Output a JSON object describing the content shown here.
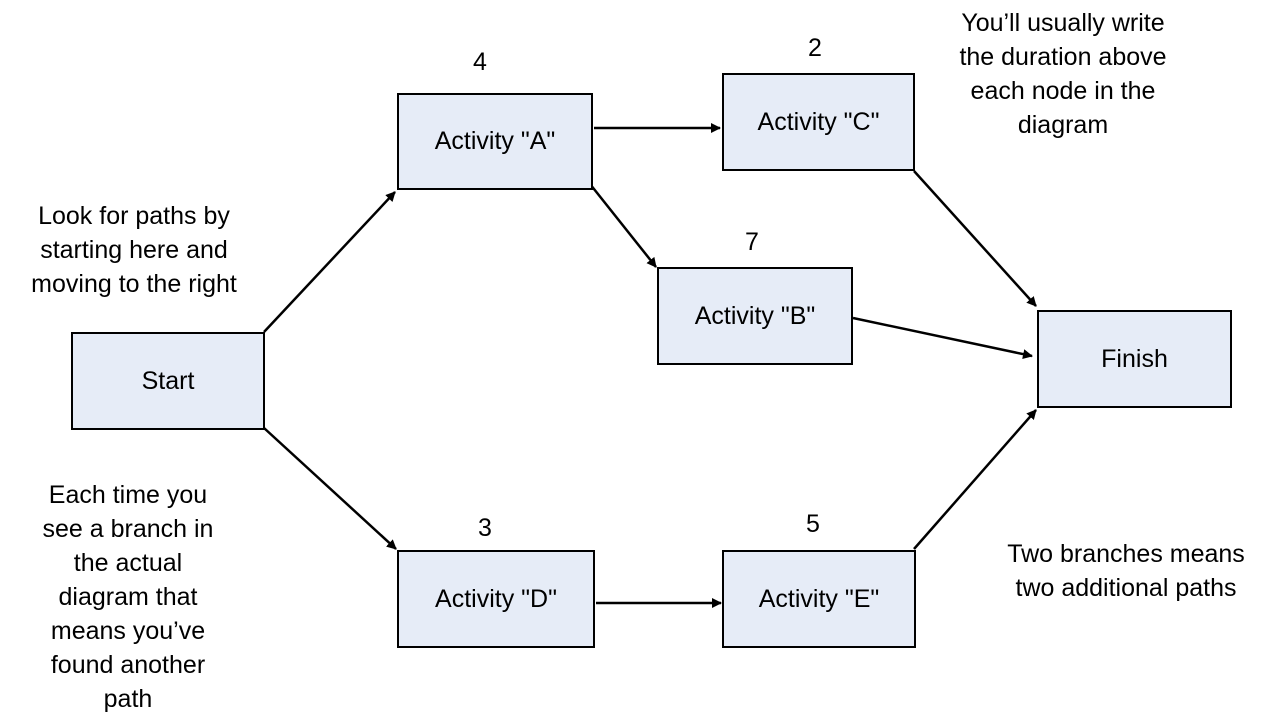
{
  "nodes": {
    "start": {
      "label": "Start"
    },
    "a": {
      "label": "Activity \"A\"",
      "duration": "4"
    },
    "b": {
      "label": "Activity \"B\"",
      "duration": "7"
    },
    "c": {
      "label": "Activity \"C\"",
      "duration": "2"
    },
    "d": {
      "label": "Activity \"D\"",
      "duration": "3"
    },
    "e": {
      "label": "Activity \"E\"",
      "duration": "5"
    },
    "finish": {
      "label": "Finish"
    }
  },
  "edges": [
    {
      "from": "start",
      "to": "a"
    },
    {
      "from": "start",
      "to": "d"
    },
    {
      "from": "a",
      "to": "c"
    },
    {
      "from": "a",
      "to": "b"
    },
    {
      "from": "c",
      "to": "finish"
    },
    {
      "from": "b",
      "to": "finish"
    },
    {
      "from": "d",
      "to": "e"
    },
    {
      "from": "e",
      "to": "finish"
    }
  ],
  "notes": {
    "look_for_paths": "Look for paths by\nstarting here and\nmoving to the right",
    "duration_note": "You’ll usually write\nthe duration above\neach node in the\ndiagram",
    "branch_note": "Each time you\nsee a branch in\nthe actual\ndiagram that\nmeans you’ve\nfound another\npath",
    "two_branches": "Two branches means\ntwo additional paths"
  },
  "colors": {
    "node_fill": "#e6ecf7",
    "border": "#000000"
  }
}
